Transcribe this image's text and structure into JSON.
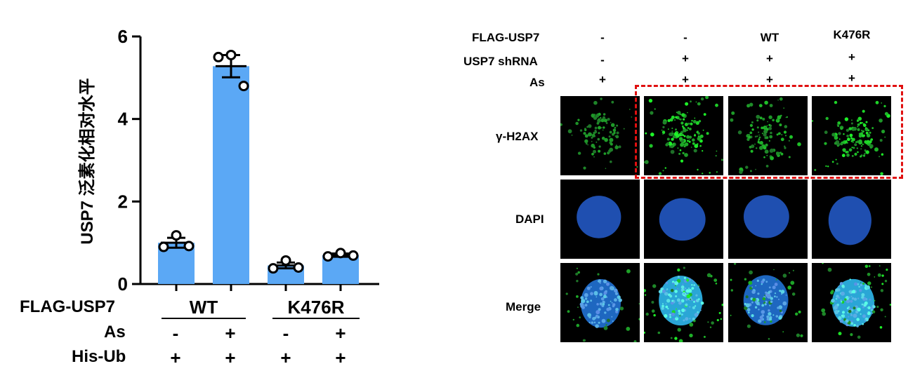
{
  "chart_data": {
    "type": "bar",
    "ylabel": "USP7 泛素化相对水平",
    "ylim": [
      0,
      6
    ],
    "yticks": [
      "0",
      "2",
      "4",
      "6"
    ],
    "bar_color": "#5BA8F5",
    "bars": [
      {
        "value": 1.0,
        "err": 0.12,
        "points": [
          0.9,
          1.18,
          0.92
        ]
      },
      {
        "value": 5.28,
        "err": 0.27,
        "points": [
          5.5,
          5.55,
          4.8
        ]
      },
      {
        "value": 0.45,
        "err": 0.07,
        "points": [
          0.38,
          0.57,
          0.4
        ]
      },
      {
        "value": 0.7,
        "err": 0.04,
        "points": [
          0.67,
          0.75,
          0.69
        ]
      }
    ]
  },
  "left_table": {
    "row_labels": {
      "flag": "FLAG-USP7",
      "as": "As",
      "hisub": "His-Ub"
    },
    "groups": [
      "WT",
      "K476R"
    ],
    "as_values": [
      "-",
      "+",
      "-",
      "+"
    ],
    "hisub_values": [
      "+",
      "+",
      "+",
      "+"
    ]
  },
  "right_panel": {
    "header_labels": {
      "flag": "FLAG-USP7",
      "shrna": "USP7 shRNA",
      "as": "As"
    },
    "flag_values": [
      "-",
      "-",
      "WT",
      "K476R"
    ],
    "shrna_values": [
      "-",
      "+",
      "+",
      "+"
    ],
    "as_values": [
      "+",
      "+",
      "+",
      "+"
    ],
    "row_names": {
      "h2ax": "γ-H2AX",
      "dapi": "DAPI",
      "merge": "Merge"
    },
    "highlight_color": "#e01010"
  }
}
